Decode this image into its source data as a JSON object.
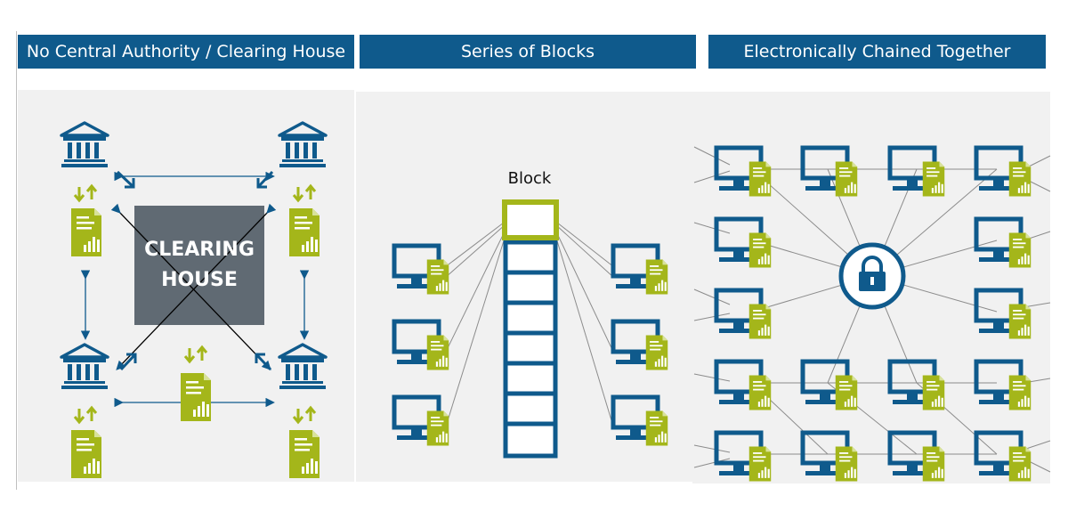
{
  "headers": {
    "central": "No Central Authority / Clearing House",
    "blocks": "Series of Blocks",
    "chained": "Electronically Chained Together"
  },
  "clearing_house": {
    "line1": "CLEARING",
    "line2": "HOUSE"
  },
  "block_label": "Block",
  "colors": {
    "header_bg": "#0f5a8c",
    "icon_blue": "#0f5a8c",
    "doc_green": "#a4b61a",
    "clearing_box": "#606a73",
    "panel_bg": "#f1f1f1"
  },
  "icons": [
    "bank-icon",
    "document-icon",
    "monitor-icon",
    "lock-icon",
    "arrow-up-icon",
    "arrow-down-icon"
  ]
}
